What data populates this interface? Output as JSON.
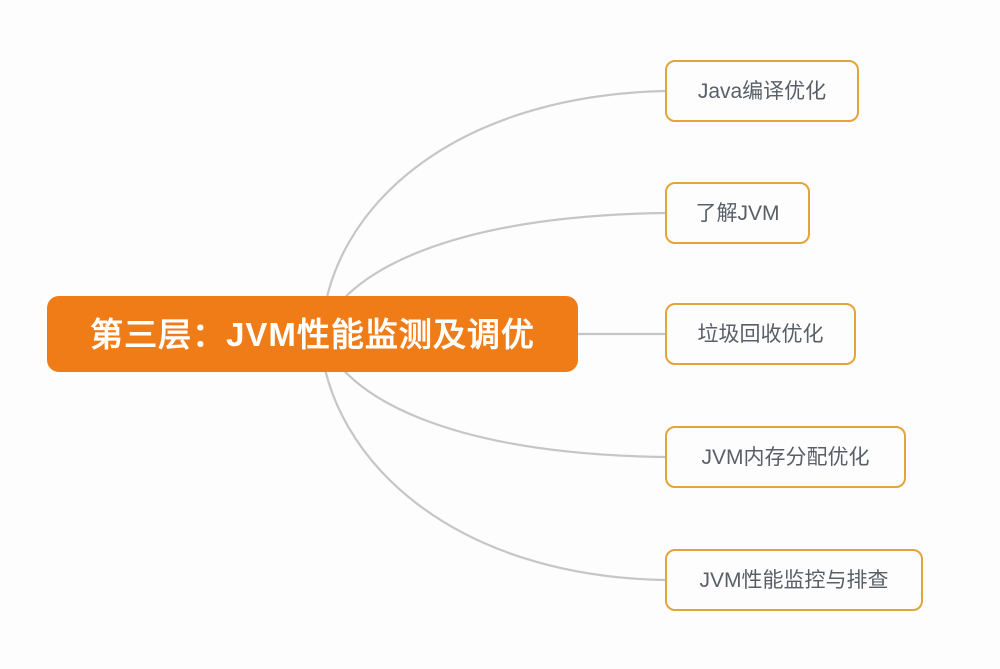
{
  "diagram": {
    "type": "mind-map",
    "background_color": "#fdfdfd",
    "root": {
      "label": "第三层：JVM性能监测及调优",
      "fill_color": "#f07c18",
      "text_color": "#ffffff"
    },
    "branch_style": {
      "border_color": "#e4a43c",
      "fill_color": "#fdfdfd",
      "text_color": "#595f66",
      "connector_color": "#c6c6c6"
    },
    "branches": [
      {
        "id": "b1",
        "label": "Java编译优化"
      },
      {
        "id": "b2",
        "label": "了解JVM"
      },
      {
        "id": "b3",
        "label": "垃圾回收优化"
      },
      {
        "id": "b4",
        "label": "JVM内存分配优化"
      },
      {
        "id": "b5",
        "label": "JVM性能监控与排查"
      }
    ]
  }
}
